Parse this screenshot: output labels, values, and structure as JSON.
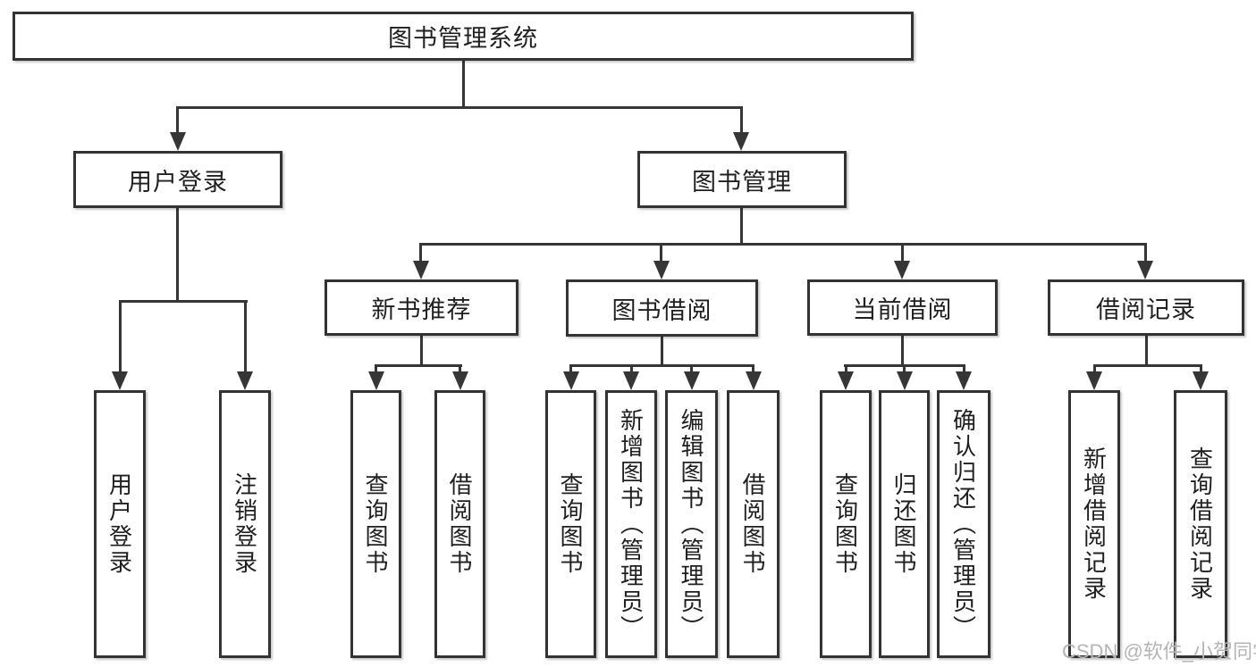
{
  "diagram": {
    "root": {
      "label": "图书管理系统"
    },
    "level2": [
      {
        "label": "用户登录"
      },
      {
        "label": "图书管理"
      }
    ],
    "level3": [
      {
        "label": "新书推荐",
        "parent": "图书管理"
      },
      {
        "label": "图书借阅",
        "parent": "图书管理"
      },
      {
        "label": "当前借阅",
        "parent": "图书管理"
      },
      {
        "label": "借阅记录",
        "parent": "图书管理"
      }
    ],
    "leaves": [
      {
        "label": "用户登录",
        "parent": "用户登录"
      },
      {
        "label": "注销登录",
        "parent": "用户登录"
      },
      {
        "label": "查询图书",
        "parent": "新书推荐"
      },
      {
        "label": "借阅图书",
        "parent": "新书推荐"
      },
      {
        "label": "查询图书",
        "parent": "图书借阅"
      },
      {
        "label": "新增图书（管理员）",
        "parent": "图书借阅"
      },
      {
        "label": "编辑图书（管理员）",
        "parent": "图书借阅"
      },
      {
        "label": "借阅图书",
        "parent": "图书借阅"
      },
      {
        "label": "查询图书",
        "parent": "当前借阅"
      },
      {
        "label": "归还图书",
        "parent": "当前借阅"
      },
      {
        "label": "确认归还（管理员）",
        "parent": "当前借阅"
      },
      {
        "label": "新增借阅记录",
        "parent": "借阅记录"
      },
      {
        "label": "查询借阅记录",
        "parent": "借阅记录"
      }
    ]
  },
  "watermark": {
    "text": "CSDN @软件_小贺同学"
  },
  "colors": {
    "background": "#ffffff",
    "box_border": "#333333",
    "connector_line": "#363636",
    "text": "#1f1f1f",
    "watermark_text": "#b4b4b4"
  }
}
